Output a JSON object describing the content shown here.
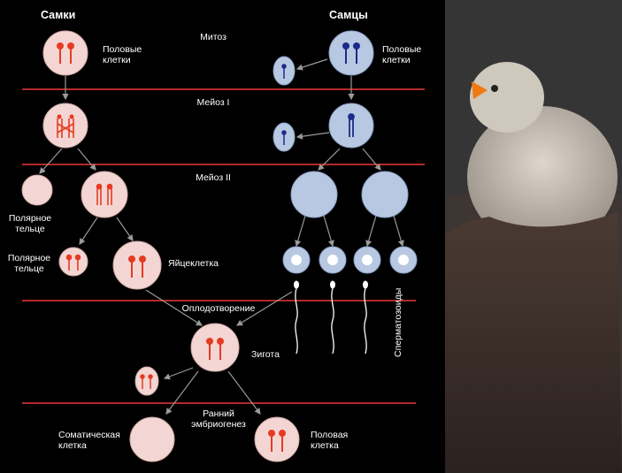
{
  "headers": {
    "females": "Самки",
    "males": "Самцы"
  },
  "stages": {
    "mitosis": "Митоз",
    "meiosis1": "Мейоз I",
    "meiosis2": "Мейоз II",
    "fertilization": "Оплодотворение",
    "early_embryogenesis": "Ранний\nэмбриогенез"
  },
  "labels": {
    "female_germ_cells": "Половые\nклетки",
    "male_germ_cells": "Половые\nклетки",
    "polar_body_1": "Полярное\nтельце",
    "polar_body_2": "Полярное\nтельце",
    "egg_cell": "Яйцеклетка",
    "zygote": "Зигота",
    "spermatozoa": "Сперматозоиды",
    "somatic_cell": "Соматическая\nклетка",
    "germ_cell": "Половая\nклетка"
  },
  "colors": {
    "female_cell": "#f3d6d3",
    "male_cell": "#b8c8e2",
    "female_chromosome": "#e53b22",
    "male_chromosome": "#1a2a8a",
    "line": "#b22a2a",
    "arrow": "#9a9a9a"
  }
}
